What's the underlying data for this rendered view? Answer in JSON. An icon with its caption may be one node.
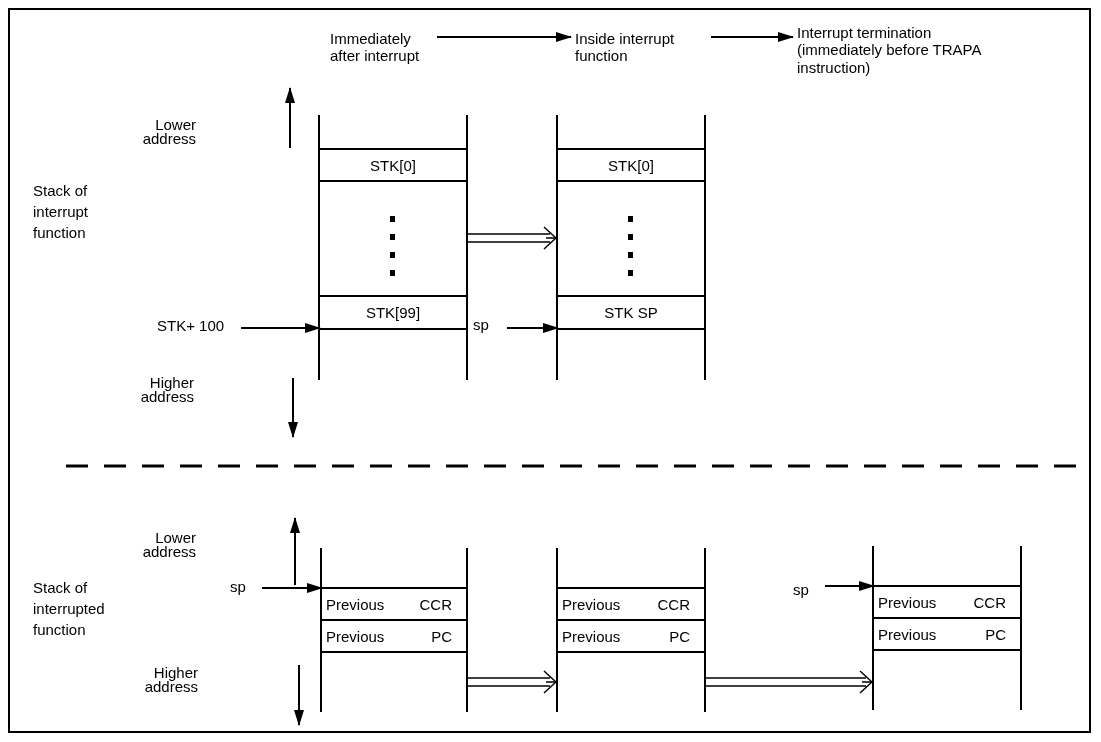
{
  "diagram": {
    "nodes": [
      {
        "text": [
          "Immediately after interrupt"
        ]
      },
      {
        "text": [
          "Inside interrupt function"
        ]
      },
      {
        "text": [
          "Interrupt termination (immediately before TRAPA instruction)"
        ]
      },
      {
        "text": [],
        "shape": "box"
      },
      {
        "text": [
          "STK[0]"
        ],
        "in": 3
      },
      {
        "text": [
          "STK[99]"
        ],
        "in": 3
      },
      {
        "text": [],
        "shape": "box"
      },
      {
        "text": [
          "STK[0]"
        ],
        "in": 6
      },
      {
        "text": [
          "STK SP"
        ],
        "in": 6
      },
      {
        "text": [
          "STK+ 100"
        ]
      },
      {
        "text": [
          "sp"
        ]
      },
      {
        "text": [],
        "shape": "box"
      },
      {
        "text": [
          "Previous",
          "CCR"
        ],
        "in": 11
      },
      {
        "text": [
          "Previous",
          "PC"
        ],
        "in": 11
      },
      {
        "text": [
          "sp"
        ]
      },
      {
        "text": [],
        "shape": "box"
      },
      {
        "text": [
          "Previous",
          "CCR"
        ],
        "in": 15
      },
      {
        "text": [
          "Previous",
          "PC"
        ],
        "in": 15
      },
      {
        "text": [
          "sp"
        ]
      },
      {
        "text": [],
        "shape": "box"
      },
      {
        "text": [
          "Previous",
          "CCR"
        ],
        "in": 19
      },
      {
        "text": [
          "Previous",
          "PC"
        ],
        "in": 19
      }
    ],
    "edges": [
      {
        "from": 0,
        "to": 1,
        "arrow": "to"
      },
      {
        "from": 1,
        "to": 2,
        "arrow": "to"
      },
      {
        "from": 3,
        "to": 6,
        "arrow": "to"
      },
      {
        "from": 9,
        "to": 5,
        "arrow": "to"
      },
      {
        "from": 10,
        "to": 8,
        "arrow": "to"
      },
      {
        "from": 14,
        "to": 12,
        "arrow": "to"
      },
      {
        "from": 11,
        "to": 15,
        "arrow": "to"
      },
      {
        "from": 15,
        "to": 19,
        "arrow": "to"
      },
      {
        "from": 18,
        "to": 20,
        "arrow": "to"
      }
    ],
    "labels": [
      "Lower address",
      "Stack of interrupt function",
      "Higher address",
      "Lower address",
      "Stack of interrupted function",
      "Higher address"
    ]
  }
}
